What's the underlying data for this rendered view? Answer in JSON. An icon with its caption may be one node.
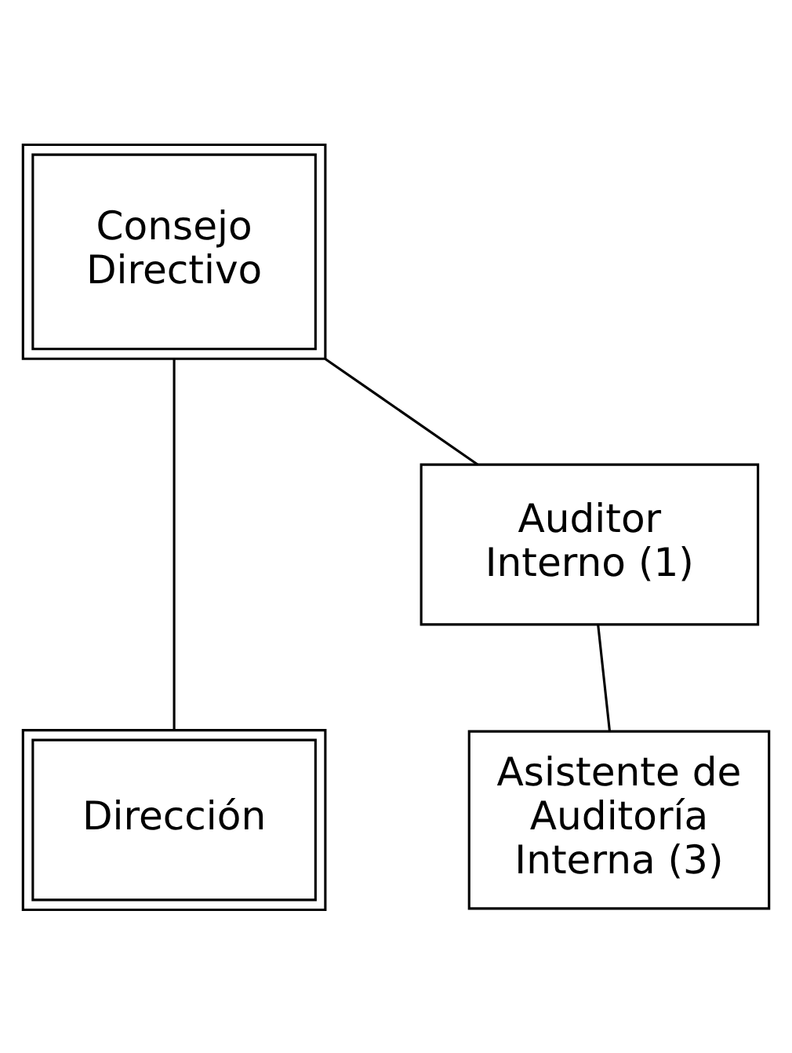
{
  "diagram": {
    "nodes": [
      {
        "text": [
          "Consejo Directivo"
        ]
      },
      {
        "text": [
          "Auditor Interno (1)"
        ]
      },
      {
        "text": [
          "Asistente de Auditoría Interna (3)"
        ]
      },
      {
        "text": [
          "Dirección"
        ]
      }
    ],
    "edges": [
      {
        "from": 0,
        "to": 1,
        "arrow": "none"
      },
      {
        "from": 1,
        "to": 2,
        "arrow": "none"
      },
      {
        "from": 0,
        "to": 3,
        "arrow": "none"
      }
    ]
  }
}
